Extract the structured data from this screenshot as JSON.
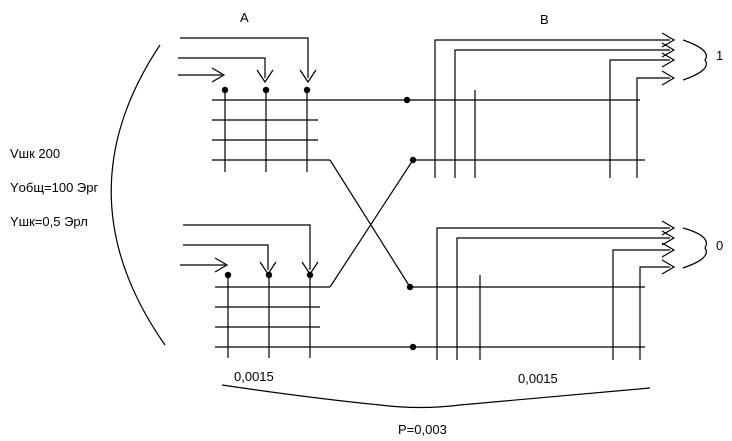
{
  "labels": {
    "stage_a": "A",
    "stage_b": "B",
    "output_1": "1",
    "output_0": "0",
    "param_v": "Vшк 200",
    "param_y_total": "Yобщ=100 Эрг",
    "param_y_shk": "Yшк=0,5 Эрл",
    "prob_a": "0,0015",
    "prob_b": "0,0015",
    "prob_total": "P=0,003"
  }
}
